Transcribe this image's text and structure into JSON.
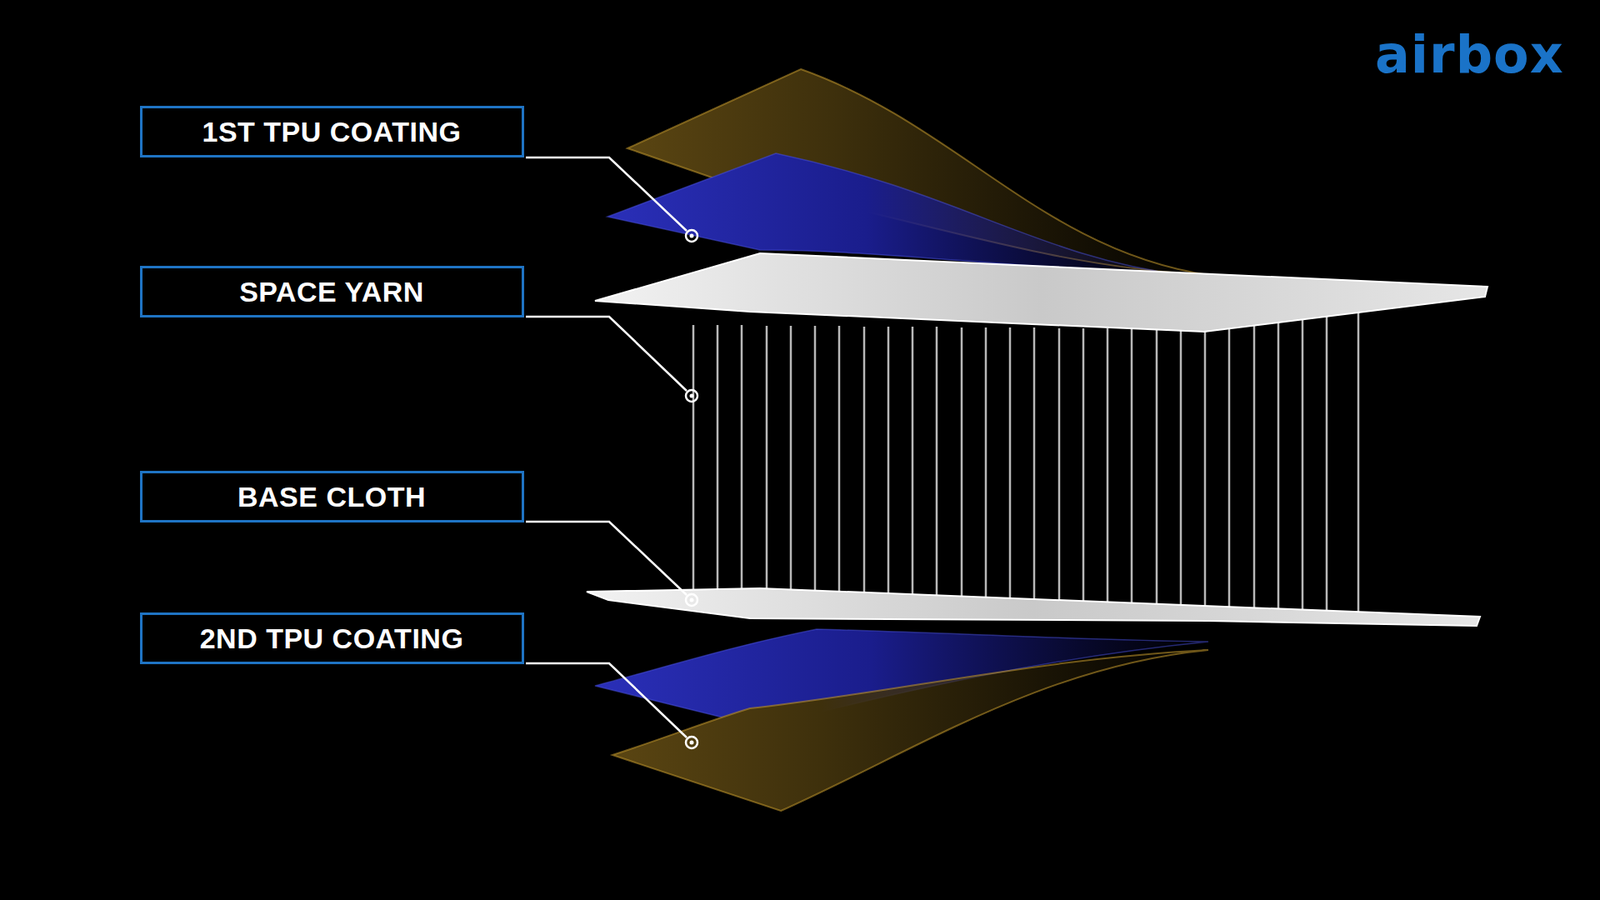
{
  "diagram": {
    "nodes": [
      {
        "text": [
          "1ST TPU COATING"
        ]
      },
      {
        "text": [
          "SPACE YARN"
        ]
      },
      {
        "text": [
          "BASE CLOTH"
        ]
      },
      {
        "text": [
          "2ND TPU COATING"
        ]
      }
    ],
    "labels": [
      "airbox"
    ]
  }
}
